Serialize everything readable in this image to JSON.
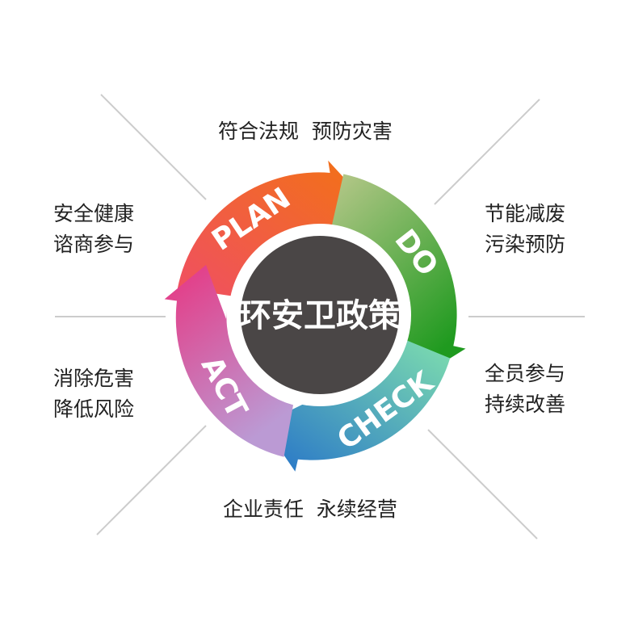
{
  "center": {
    "title": "环安卫政策"
  },
  "phases": {
    "plan": {
      "label": "PLAN",
      "color_start": "#f04f62",
      "color_end": "#f27214"
    },
    "do": {
      "label": "DO",
      "color_start": "#b8c88b",
      "color_end": "#1f9a1f"
    },
    "check": {
      "label": "CHECK",
      "color_start": "#7fdfae",
      "color_end": "#2673c9"
    },
    "act": {
      "label": "ACT",
      "color_start": "#bb9ad4",
      "color_end": "#e83480"
    }
  },
  "captions": {
    "top": [
      "符合法规  预防灾害"
    ],
    "top_left": [
      "安全健康",
      "谘商参与"
    ],
    "top_right": [
      "节能减废",
      "污染预防"
    ],
    "bottom_left": [
      "消除危害",
      "降低风险"
    ],
    "bottom_right": [
      "全员参与",
      "持续改善"
    ],
    "bottom": [
      "企业责任  永续经营"
    ]
  },
  "colors": {
    "hub": "#4a4646",
    "divider": "#cccccc",
    "text": "#222222"
  }
}
